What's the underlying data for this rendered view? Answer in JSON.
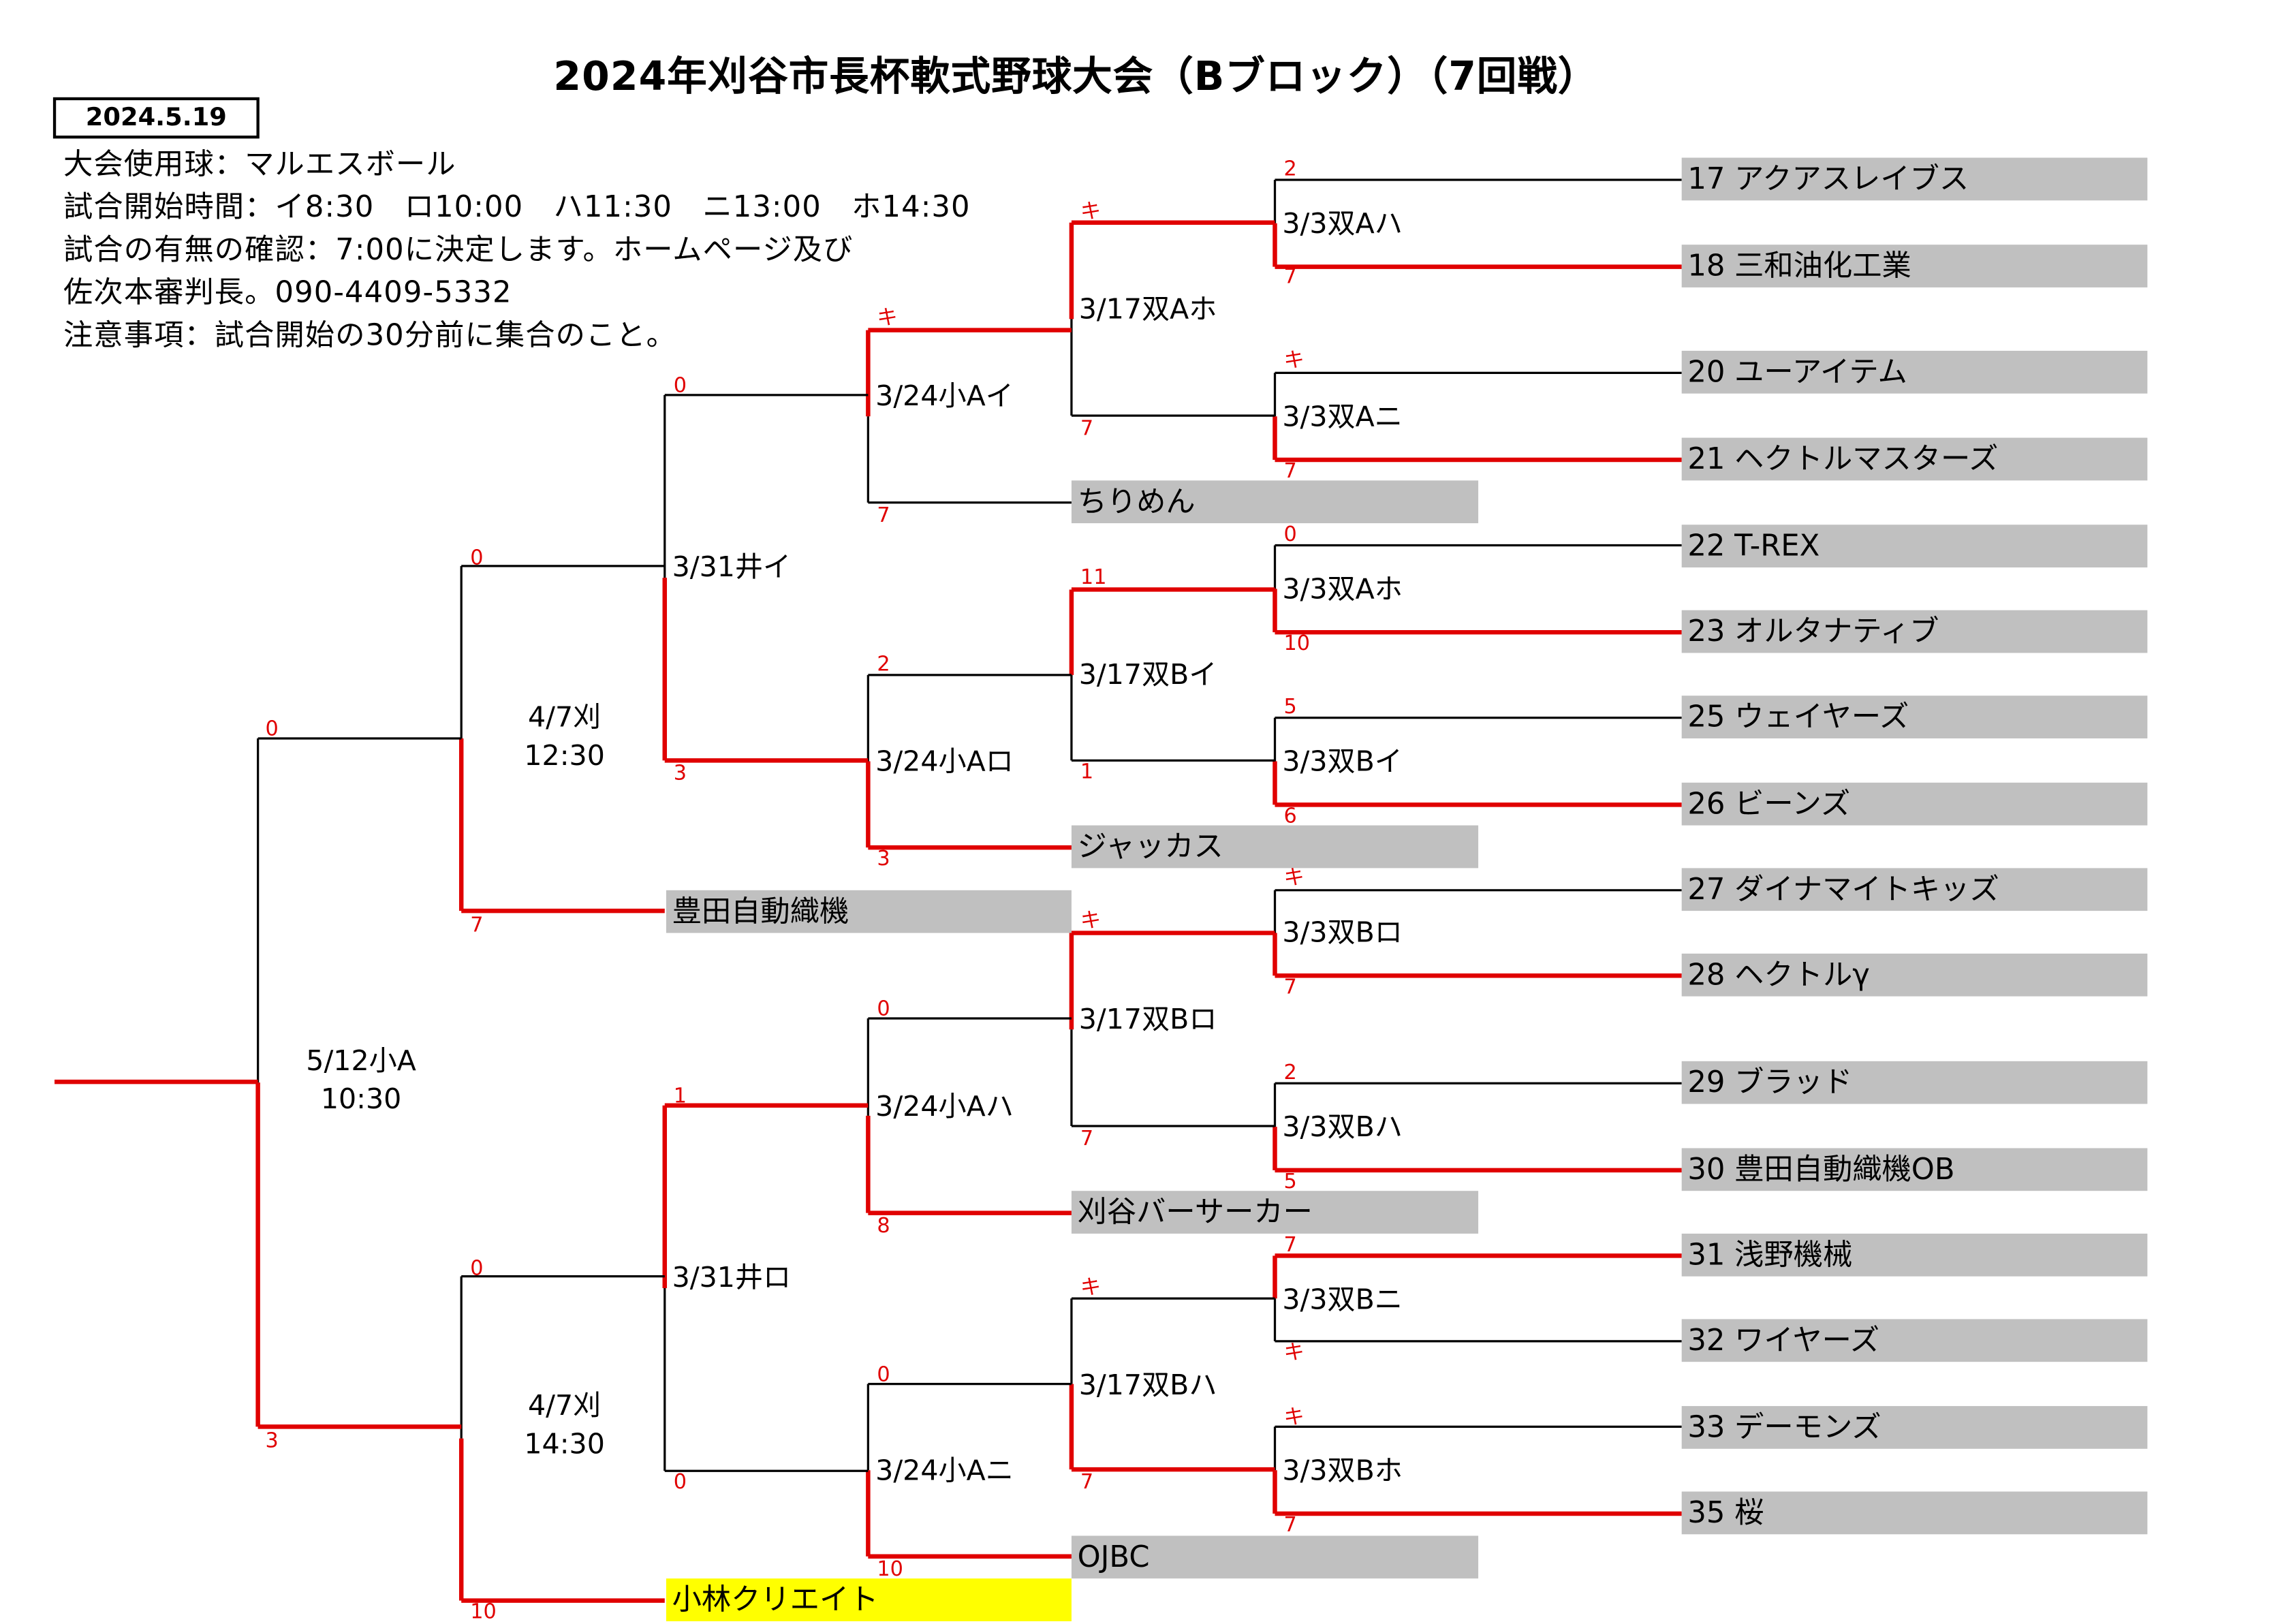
{
  "header": {
    "title": "2024年刈谷市長杯軟式野球大会（Bブロック）（7回戦）",
    "date": "2024.5.19",
    "info": [
      "大会使用球：マルエスボール",
      "試合開始時間：イ8:30　ロ10:00　ハ11:30　ニ13:00　ホ14:30",
      "試合の有無の確認：7:00に決定します。ホームページ及び",
      "佐次本審判長。090-4409-5332",
      "注意事項：試合開始の30分前に集合のこと。"
    ]
  },
  "teams": {
    "t17": "17  アクアスレイブス",
    "t18": "18  三和油化工業",
    "t20": "20  ユーアイテム",
    "t21": "21  ヘクトルマスターズ",
    "t22": "22  T-REX",
    "t23": "23  オルタナティブ",
    "t25": "25  ウェイヤーズ",
    "t26": "26  ビーンズ",
    "t27": "27  ダイナマイトキッズ",
    "t28": "28  ヘクトルγ",
    "t29": "29  ブラッド",
    "t30": "30  豊田自動織機OB",
    "t31": "31  浅野機械",
    "t32": "32  ワイヤーズ",
    "t33": "33  デーモンズ",
    "t35": "35  桜",
    "chirimen": "ちりめん",
    "jackass": "ジャッカス",
    "kariya": "刈谷バーサーカー",
    "ojbc": "OJBC",
    "toyota": "豊田自動織機",
    "kobayashi": "小林クリエイト"
  },
  "matches": {
    "r3_1": "3/3双Aハ",
    "r3_2": "3/3双Aニ",
    "r3_3": "3/3双Aホ",
    "r3_4": "3/3双Bイ",
    "r3_5": "3/3双Bロ",
    "r3_6": "3/3双Bハ",
    "r3_7": "3/3双Bニ",
    "r3_8": "3/3双Bホ",
    "r17_1": "3/17双Aホ",
    "r17_2": "3/17双Bイ",
    "r17_3": "3/17双Bロ",
    "r17_4": "3/17双Bハ",
    "r24_1": "3/24小Aイ",
    "r24_2": "3/24小Aロ",
    "r24_3": "3/24小Aハ",
    "r24_4": "3/24小Aニ",
    "r31_1": "3/31井イ",
    "r31_2": "3/31井ロ",
    "r47_1a": "4/7刈",
    "r47_1b": "12:30",
    "r47_2a": "4/7刈",
    "r47_2b": "14:30",
    "final_a": "5/12小A",
    "final_b": "10:30"
  },
  "scores": {
    "s17": "2",
    "s18": "7",
    "s20": "キ",
    "s21": "7",
    "s22": "0",
    "s23": "10",
    "s25": "5",
    "s26": "6",
    "s27": "キ",
    "s28": "7",
    "s29": "2",
    "s30": "5",
    "s31": "7",
    "s32": "キ",
    "s33": "キ",
    "s35": "7",
    "sA1t": "キ",
    "sA1b": "7",
    "sA2t": "11",
    "sA2b": "1",
    "sA3t": "キ",
    "sA3b": "7",
    "sA4t": "キ",
    "sA4b": "7",
    "sB1t": "キ",
    "sB1b": "7",
    "sB2t": "2",
    "sB2b": "3",
    "sB3t": "0",
    "sB3b": "8",
    "sB4t": "0",
    "sB4b": "10",
    "sC1t": "0",
    "sC1b": "3",
    "sC2t": "1",
    "sC2b": "0",
    "sD1t": "0",
    "sD1b": "7",
    "sD2t": "0",
    "sD2b": "10",
    "sE1t": "0",
    "sE1b": "3"
  },
  "colors": {
    "win": "#e00000",
    "line": "#000000",
    "team_bg": "#c0c0c0",
    "highlight": "#ffff00"
  }
}
